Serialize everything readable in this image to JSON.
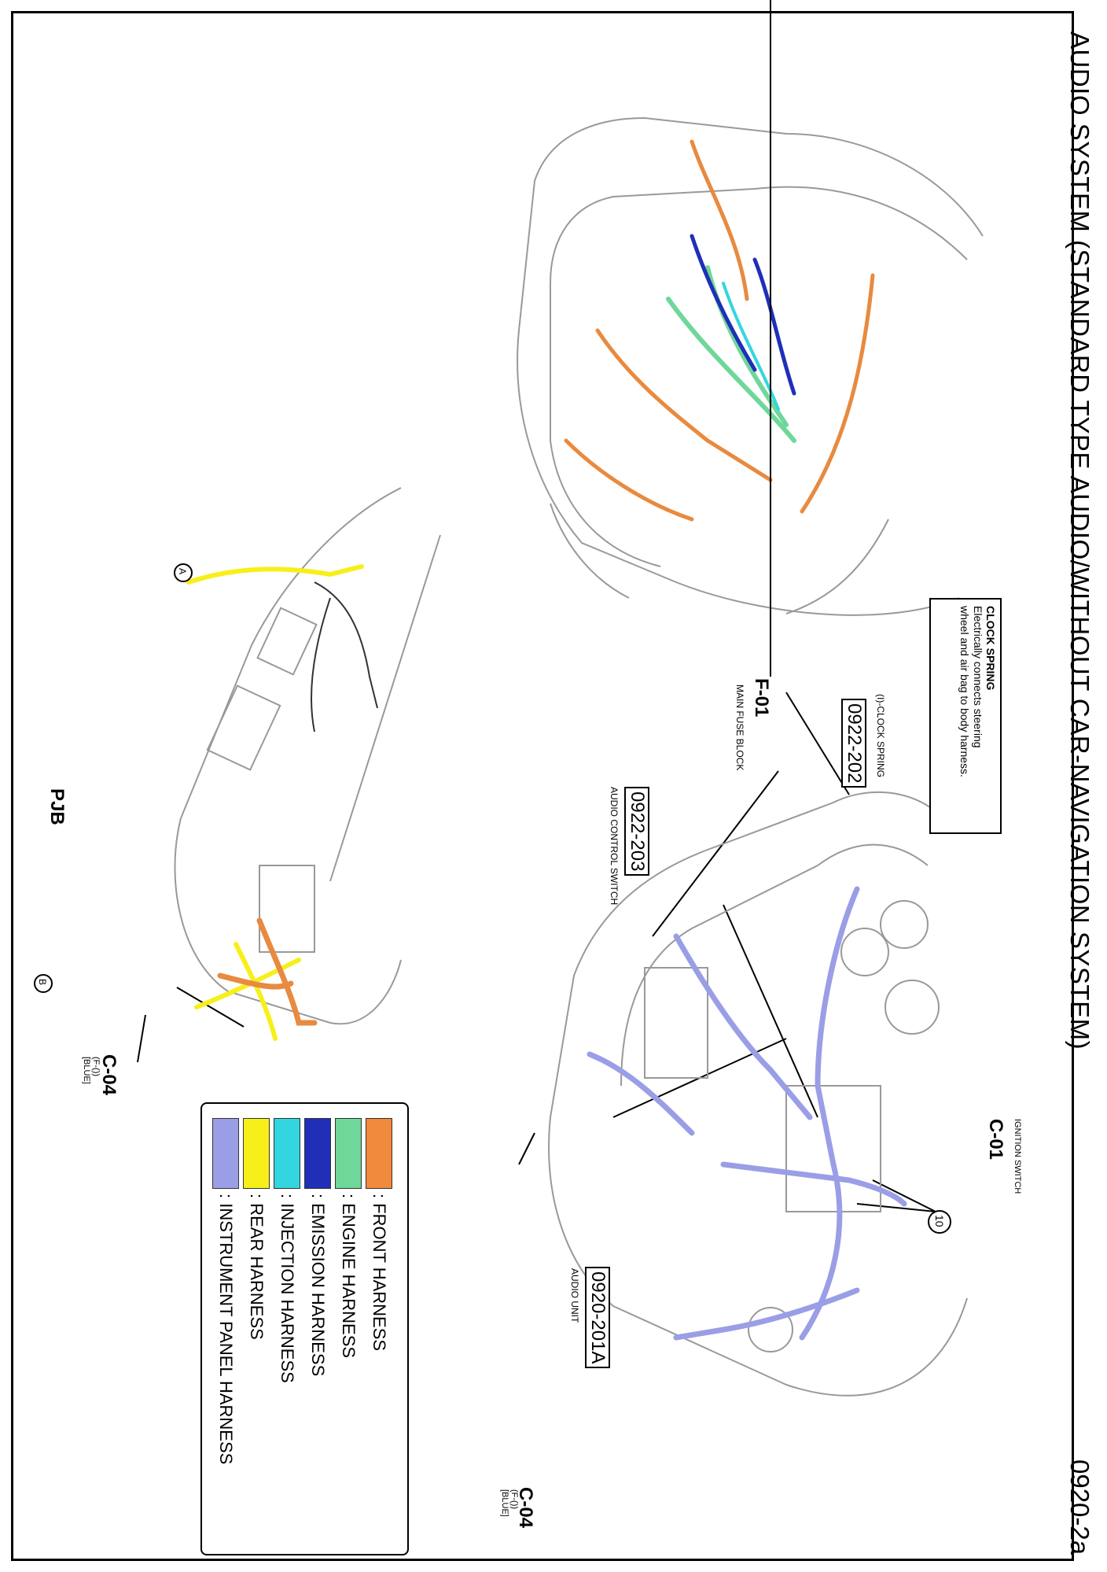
{
  "title": "AUDIO SYSTEM (STANDARD TYPE AUDIO/WITHOUT CAR-NAVIGATION SYSTEM)",
  "page_number": "0920-2a",
  "note": {
    "heading": "CLOCK SPRING",
    "body": [
      "Electrically connects steering",
      "wheel and air bag to body harness."
    ]
  },
  "callouts": {
    "clock_spring": {
      "code": "0922-202",
      "label": "(I)-CLOCK SPRING"
    },
    "audio_control": {
      "code": "0922-203",
      "label": "AUDIO CONTROL SWITCH"
    },
    "audio_unit": {
      "code": "0920-201A",
      "label": "AUDIO UNIT"
    },
    "fuse_block": {
      "id": "F-01",
      "label": "MAIN FUSE BLOCK"
    },
    "ignition": {
      "id": "C-01",
      "label": "IGNITION SWITCH"
    },
    "c04_right": {
      "id": "C-04",
      "sub1": "(F-())",
      "sub2": "[BLUE]"
    },
    "c04_left": {
      "id": "C-04",
      "sub1": "(F-())",
      "sub2": "[BLUE]"
    },
    "ten": "10",
    "pjb": "PJB",
    "marker_a": "A",
    "marker_b": "B"
  },
  "legend": [
    {
      "label": ": FRONT HARNESS",
      "color": "#f08a3c"
    },
    {
      "label": ": ENGINE HARNESS",
      "color": "#6fd79a"
    },
    {
      "label": ": EMISSION HARNESS",
      "color": "#1f2fb8"
    },
    {
      "label": ": INJECTION HARNESS",
      "color": "#33d6df"
    },
    {
      "label": ": REAR HARNESS",
      "color": "#f7ef1a"
    },
    {
      "label": ": INSTRUMENT PANEL HARNESS",
      "color": "#9a9ee6"
    }
  ]
}
